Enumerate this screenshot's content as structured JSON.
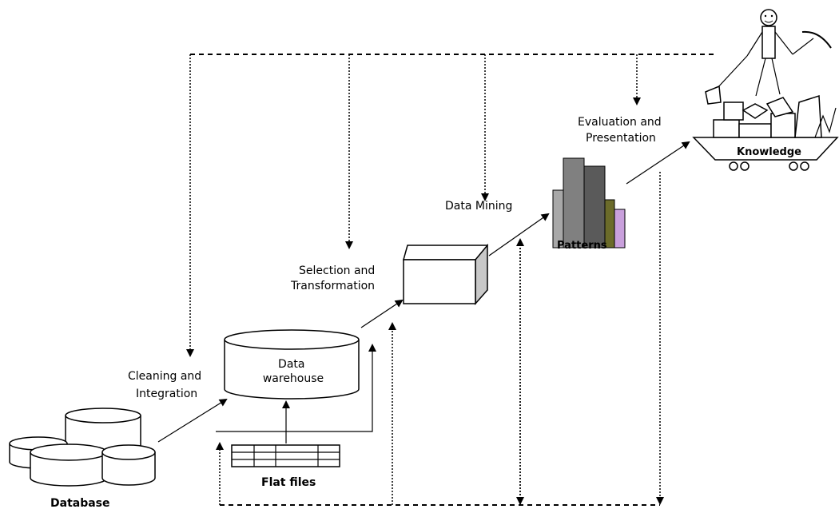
{
  "labels": {
    "cleaning": [
      "Cleaning and",
      "Integration"
    ],
    "warehouse": [
      "Data",
      "warehouse"
    ],
    "selection": [
      "Selection and",
      "Transformation"
    ],
    "mining": "Data Mining",
    "patterns": "Patterns",
    "evaluation": [
      "Evaluation and",
      "Presentation"
    ],
    "knowledge": "Knowledge",
    "flat_files": "Flat files",
    "database": "Database"
  },
  "colors": {
    "bar_dark": "#5a5a5a",
    "bar_mid": "#808080",
    "bar_light": "#a8a8a8",
    "bar_olive": "#6b6b2a",
    "bar_purple": "#c9a0dc",
    "box_side": "#c8c8c8"
  }
}
